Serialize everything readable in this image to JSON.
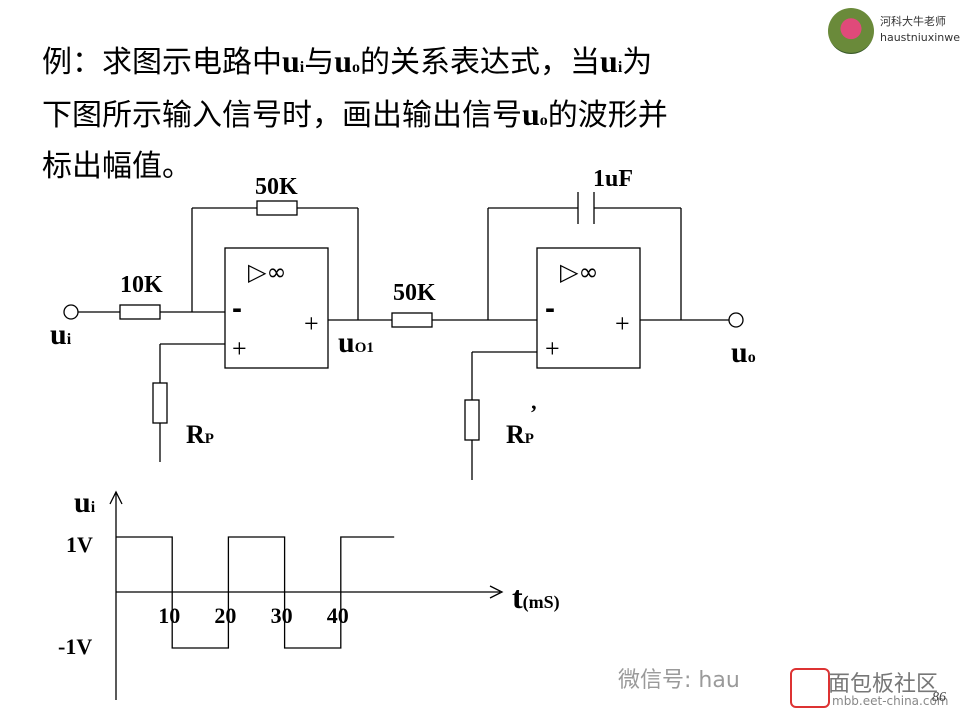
{
  "header": {
    "brand_line1": "河科大牛老师",
    "brand_line2": "haustniuxinwen"
  },
  "problem": {
    "l1_a": "例：求图示电路中",
    "l1_v1": "u",
    "l1_s1": "i",
    "l1_b": "与",
    "l1_v2": "u",
    "l1_s2": "o",
    "l1_c": "的关系表达式，当",
    "l1_v3": "u",
    "l1_s3": "i",
    "l1_d": "为",
    "l2_a": "下图所示输入信号时，画出输出信号",
    "l2_v": "u",
    "l2_s": "o",
    "l2_b": "的波形并",
    "l3": "标出幅值。"
  },
  "circuit": {
    "r_feedback": "50K",
    "r_input": "10K",
    "r_mid": "50K",
    "capacitor": "1uF",
    "opamp1_symbol": "▷∞",
    "opamp2_symbol": "▷∞",
    "minus": "-",
    "plus": "+",
    "ui_u": "u",
    "ui_sub": "i",
    "uo1_u": "u",
    "uo1_sub": "O1",
    "uo_u": "u",
    "uo_sub": "o",
    "rp_r": "R",
    "rp_sub": "P",
    "rp2_r": "R",
    "rp2_sub": "P",
    "rp2_prime": "’"
  },
  "waveform": {
    "ylabel_u": "u",
    "ylabel_sub": "i",
    "xlabel_t": "t",
    "xlabel_unit": "(mS)",
    "y_high_label": "1V",
    "y_low_label": "-1V",
    "x_ticks": [
      "10",
      "20",
      "30",
      "40"
    ],
    "levels_V": [
      1,
      -1
    ],
    "period_ms": 20,
    "low_intervals_ms": [
      [
        10,
        20
      ],
      [
        30,
        40
      ]
    ]
  },
  "watermark": {
    "wechat": "微信号: hau",
    "site": "面包板社区",
    "site_url": "mbb.eet-china.com"
  },
  "page_number": "86"
}
